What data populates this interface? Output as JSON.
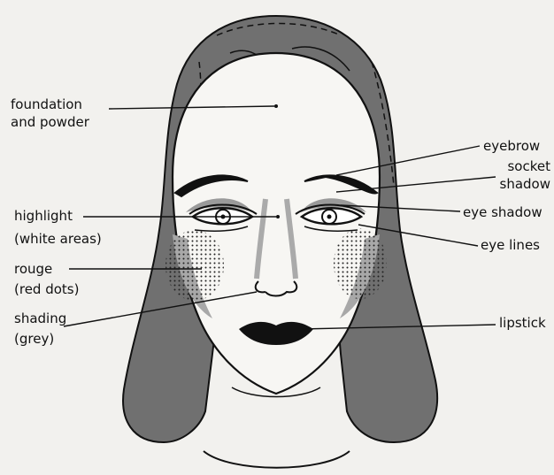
{
  "labels": {
    "foundation_line1": "foundation",
    "foundation_line2": "and powder",
    "highlight_line1": "highlight",
    "highlight_line2": "(white areas)",
    "rouge_line1": "rouge",
    "rouge_line2": "(red dots)",
    "shading_line1": "shading",
    "shading_line2": "(grey)",
    "eyebrow": "eyebrow",
    "socket_line1": "socket",
    "socket_line2": "shadow",
    "eye_shadow": "eye shadow",
    "eye_lines": "eye lines",
    "lipstick": "lipstick"
  },
  "colors": {
    "ink": "#111111",
    "hair": "#6e6e6e",
    "shading_grey": "#a8a8a8",
    "skin": "#f7f6f3",
    "background": "#f2f1ee"
  }
}
